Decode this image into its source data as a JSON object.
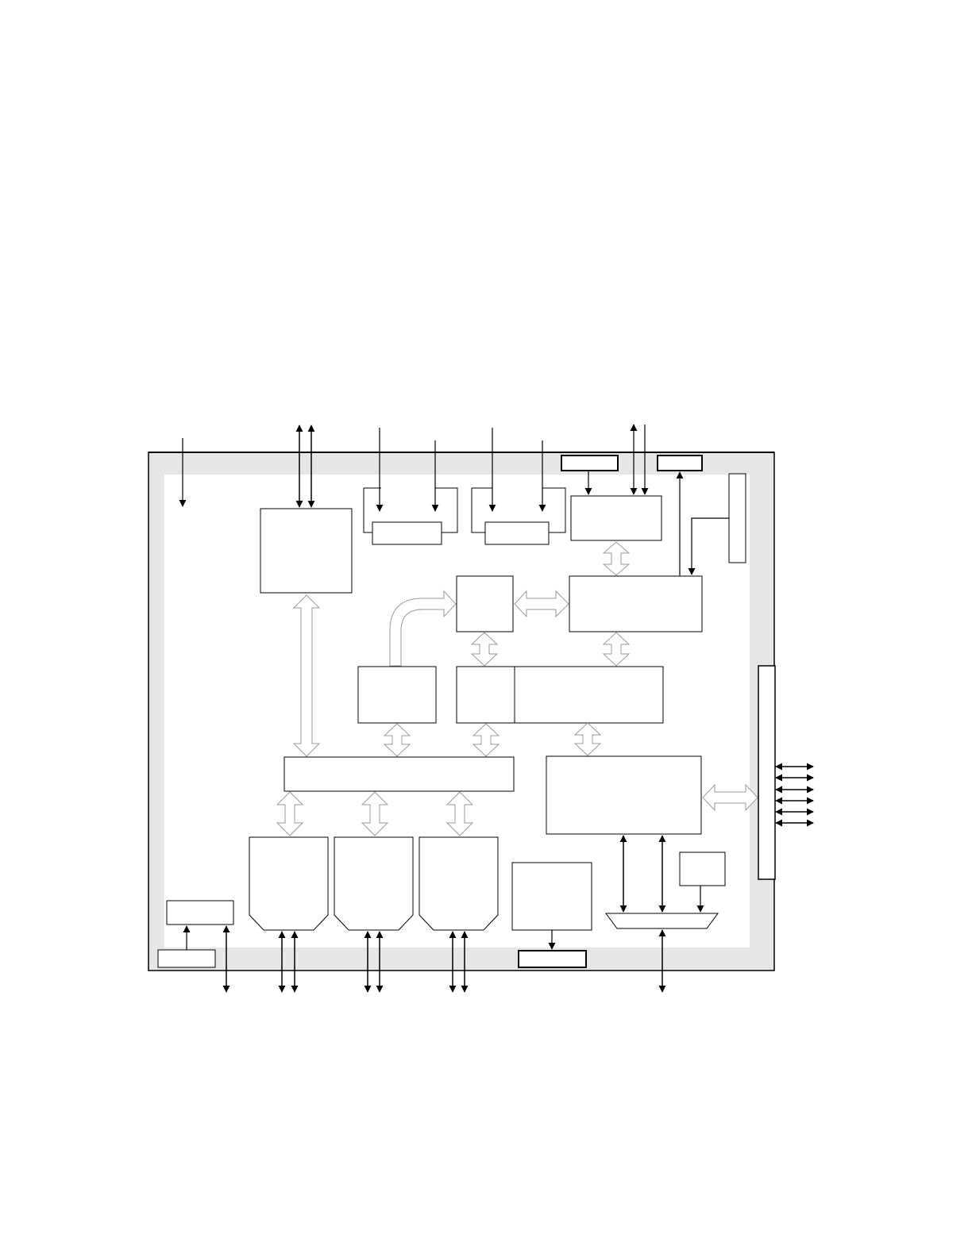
{
  "diagram": {
    "labels": [],
    "colors": {
      "line": "#000000",
      "box_fill": "#ffffff",
      "chip_frame": "#e6e6e6",
      "bus_arrow_stroke": "#9a9a9a"
    },
    "blocks": [
      "chip-boundary",
      "top-left-block",
      "upper-mid-frame-left",
      "upper-mid-box-left",
      "upper-mid-frame-right",
      "upper-mid-box-right",
      "top-right-block",
      "top-pin-box-left",
      "top-pin-box-right",
      "right-vertical-box",
      "center-small-block",
      "center-right-block",
      "mid-left-block",
      "mid-center-block",
      "internal-bus",
      "right-io-block",
      "right-port-bar",
      "bottom-module-1",
      "bottom-module-2",
      "bottom-module-3",
      "bottom-center-block",
      "bottom-center-pin",
      "small-right-block",
      "mux",
      "bottom-left-block",
      "bottom-left-pin"
    ]
  }
}
